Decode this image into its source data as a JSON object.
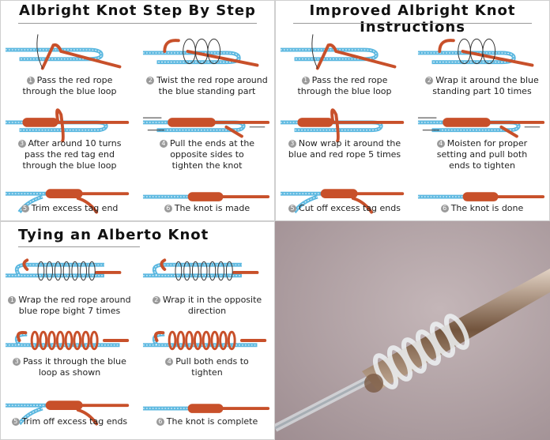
{
  "colors": {
    "rope_red": "#c8502a",
    "rope_blue": "#5cb8e0",
    "photo_bg": "#b3a3a6"
  },
  "panels": [
    {
      "title": "Albright Knot Step By Step",
      "steps": [
        {
          "num": "1",
          "lines": [
            "Pass the red rope",
            "through the blue loop"
          ],
          "illustration": "pass-through-loop"
        },
        {
          "num": "2",
          "lines": [
            "Twist the red rope around",
            "the blue standing part"
          ],
          "illustration": "twist-around"
        },
        {
          "num": "3",
          "lines": [
            "After around 10 turns",
            "pass the red tag end",
            "through the blue loop"
          ],
          "illustration": "wrapped-pass"
        },
        {
          "num": "4",
          "lines": [
            "Pull the ends at the",
            "opposite sides to",
            "tighten the knot"
          ],
          "illustration": "pull-ends"
        },
        {
          "num": "5",
          "lines": [
            "Trim excess tag end"
          ],
          "illustration": "trim"
        },
        {
          "num": "6",
          "lines": [
            "The knot is made"
          ],
          "illustration": "finished"
        }
      ]
    },
    {
      "title": "Improved Albright Knot Instructions",
      "steps": [
        {
          "num": "1",
          "lines": [
            "Pass the red rope",
            "through the blue loop"
          ],
          "illustration": "pass-through-loop"
        },
        {
          "num": "2",
          "lines": [
            "Wrap it around the blue",
            "standing part 10 times"
          ],
          "illustration": "twist-around"
        },
        {
          "num": "3",
          "lines": [
            "Now wrap it around the",
            "blue and red rope 5 times"
          ],
          "illustration": "wrapped-pass"
        },
        {
          "num": "4",
          "lines": [
            "Moisten for proper",
            "setting and pull both",
            "ends to tighten"
          ],
          "illustration": "pull-ends"
        },
        {
          "num": "5",
          "lines": [
            "Cut off excess tag ends"
          ],
          "illustration": "trim"
        },
        {
          "num": "6",
          "lines": [
            "The knot is done"
          ],
          "illustration": "finished"
        }
      ]
    },
    {
      "title": "Tying an Alberto Knot",
      "steps": [
        {
          "num": "1",
          "lines": [
            "Wrap the red rope around",
            "blue rope bight 7 times"
          ],
          "illustration": "coil-loop"
        },
        {
          "num": "2",
          "lines": [
            "Wrap it in the opposite",
            "direction"
          ],
          "illustration": "coil-loop"
        },
        {
          "num": "3",
          "lines": [
            "Pass it through the blue",
            "loop as shown"
          ],
          "illustration": "coil-tight"
        },
        {
          "num": "4",
          "lines": [
            "Pull both ends to",
            "tighten"
          ],
          "illustration": "coil-tight"
        },
        {
          "num": "5",
          "lines": [
            "Trim off excess tag ends"
          ],
          "illustration": "trim"
        },
        {
          "num": "6",
          "lines": [
            "The knot is complete"
          ],
          "illustration": "finished"
        }
      ]
    }
  ]
}
